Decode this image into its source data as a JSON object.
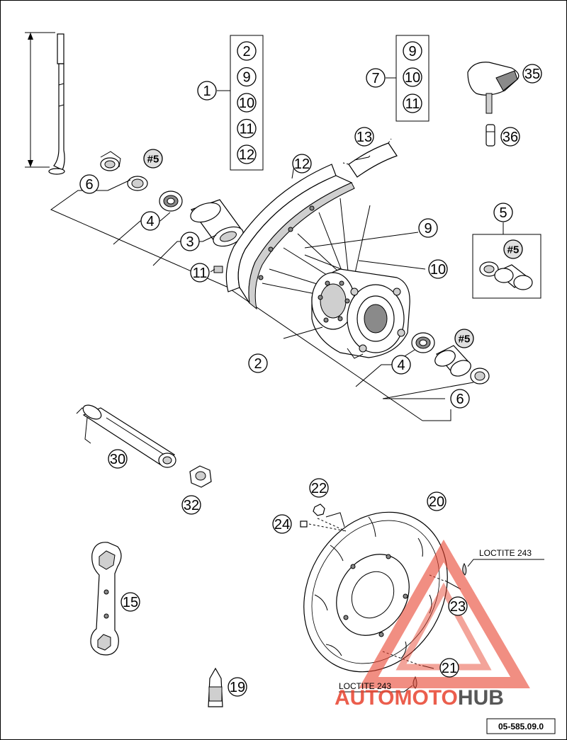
{
  "diagram": {
    "callouts": [
      {
        "id": "c1",
        "text": "1"
      },
      {
        "id": "c2",
        "text": "2"
      },
      {
        "id": "c3",
        "text": "3"
      },
      {
        "id": "c4a",
        "text": "4"
      },
      {
        "id": "c4b",
        "text": "4"
      },
      {
        "id": "c5",
        "text": "5"
      },
      {
        "id": "c6a",
        "text": "6"
      },
      {
        "id": "c6b",
        "text": "6"
      },
      {
        "id": "c7",
        "text": "7"
      },
      {
        "id": "c9",
        "text": "9"
      },
      {
        "id": "c10",
        "text": "10"
      },
      {
        "id": "c11",
        "text": "11"
      },
      {
        "id": "c12",
        "text": "12"
      },
      {
        "id": "c13",
        "text": "13"
      },
      {
        "id": "c15",
        "text": "15"
      },
      {
        "id": "c19",
        "text": "19"
      },
      {
        "id": "c20",
        "text": "20"
      },
      {
        "id": "c21",
        "text": "21"
      },
      {
        "id": "c22",
        "text": "22"
      },
      {
        "id": "c23",
        "text": "23"
      },
      {
        "id": "c24",
        "text": "24"
      },
      {
        "id": "c30",
        "text": "30"
      },
      {
        "id": "c32",
        "text": "32"
      },
      {
        "id": "c35",
        "text": "35"
      },
      {
        "id": "c36",
        "text": "36"
      },
      {
        "id": "c5a",
        "text": "#5"
      },
      {
        "id": "c5b",
        "text": "#5"
      },
      {
        "id": "c5c",
        "text": "#5"
      }
    ],
    "group1": [
      "2",
      "9",
      "10",
      "11",
      "12"
    ],
    "group7": [
      "9",
      "10",
      "11"
    ],
    "loctite_top": "LOCTITE 243",
    "loctite_bottom": "LOCTITE 243",
    "diagram_code": "05-585.09.0",
    "watermark": {
      "part1": "AUTO",
      "part2": "MOTO",
      "part3": "HUB",
      "color_red": "#e8432f",
      "color_grey": "#3a3a3a"
    }
  }
}
